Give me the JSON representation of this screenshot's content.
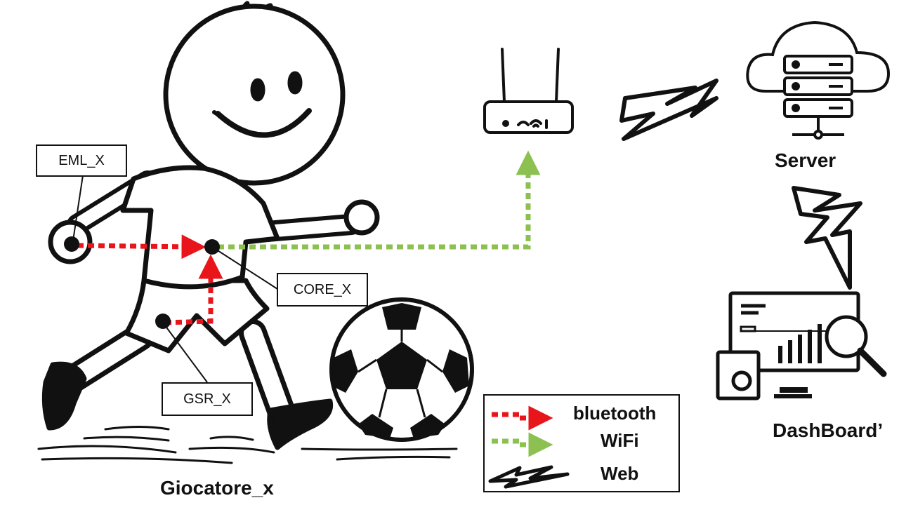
{
  "diagram": {
    "player_label": "Giocatore_x",
    "server_label": "Server",
    "dashboard_label": "DashBoard’",
    "sensors": {
      "eml": "EML_X",
      "core": "CORE_X",
      "gsr": "GSR_X"
    },
    "legend": {
      "bluetooth": "bluetooth",
      "wifi": "WiFi",
      "web": "Web"
    },
    "colors": {
      "bluetooth": "#e8161b",
      "wifi": "#8cc152",
      "ink": "#111111"
    }
  }
}
